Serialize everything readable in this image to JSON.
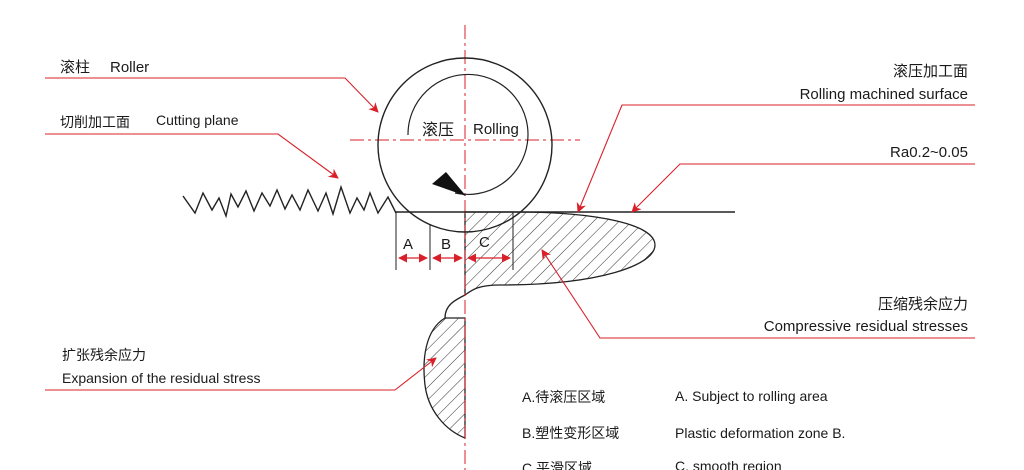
{
  "labels": {
    "roller_cn": "滚柱",
    "roller_en": "Roller",
    "cutting_cn": "切削加工面",
    "cutting_en": "Cutting plane",
    "rolling_surface_cn": "滚压加工面",
    "rolling_surface_en": "Rolling machined surface",
    "roughness": "Ra0.2~0.05",
    "rolling_cn": "滚压",
    "rolling_en": "Rolling",
    "compressive_cn": "压缩残余应力",
    "compressive_en": "Compressive residual stresses",
    "expansion_cn": "扩张残余应力",
    "expansion_en": "Expansion of the residual stress"
  },
  "zones": {
    "a": "A",
    "b": "B",
    "c": "C"
  },
  "legend": [
    {
      "cn": "A.待滚压区域",
      "en": "A. Subject to rolling area"
    },
    {
      "cn": "B.塑性变形区域",
      "en": "Plastic deformation zone B."
    },
    {
      "cn": "C.平滑区域",
      "en": "C. smooth region"
    }
  ],
  "colors": {
    "line": "#222222",
    "accent": "#d9202a",
    "hatch": "#333333"
  }
}
